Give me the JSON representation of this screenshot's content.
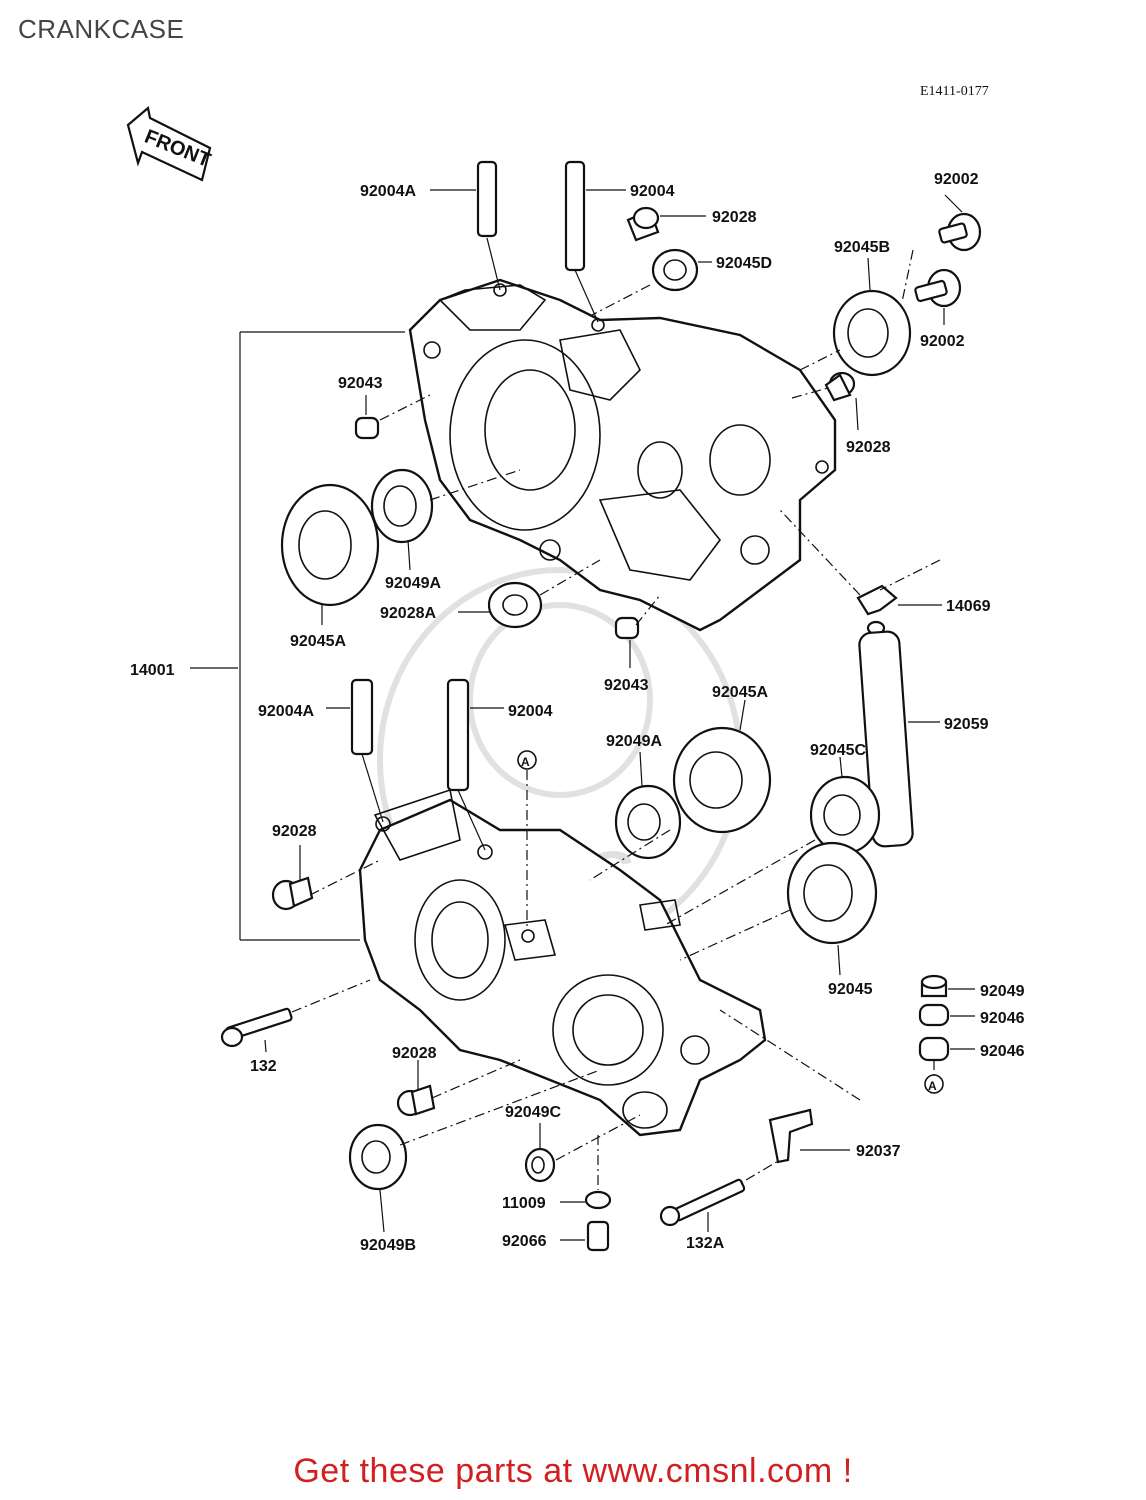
{
  "header": {
    "title": "CRANKCASE",
    "drawing_code": "E1411-0177"
  },
  "front_marker": "FRONT",
  "callouts": [
    {
      "id": "c1",
      "label": "92004A"
    },
    {
      "id": "c2",
      "label": "92004"
    },
    {
      "id": "c3",
      "label": "92028"
    },
    {
      "id": "c4",
      "label": "92045D"
    },
    {
      "id": "c5",
      "label": "92002"
    },
    {
      "id": "c6",
      "label": "92045B"
    },
    {
      "id": "c7",
      "label": "92002"
    },
    {
      "id": "c8",
      "label": "92043"
    },
    {
      "id": "c9",
      "label": "92028"
    },
    {
      "id": "c10",
      "label": "92049A"
    },
    {
      "id": "c11",
      "label": "92028A"
    },
    {
      "id": "c12",
      "label": "92045A"
    },
    {
      "id": "c13",
      "label": "14069"
    },
    {
      "id": "c14",
      "label": "14001"
    },
    {
      "id": "c15",
      "label": "92043"
    },
    {
      "id": "c16",
      "label": "92004A"
    },
    {
      "id": "c17",
      "label": "92004"
    },
    {
      "id": "c18",
      "label": "92045A"
    },
    {
      "id": "c19",
      "label": "92059"
    },
    {
      "id": "c20",
      "label": "92049A"
    },
    {
      "id": "c21",
      "label": "92045C"
    },
    {
      "id": "c22",
      "label": "92028"
    },
    {
      "id": "c23",
      "label": "92045"
    },
    {
      "id": "c24",
      "label": "92049"
    },
    {
      "id": "c25",
      "label": "92046"
    },
    {
      "id": "c26",
      "label": "92046"
    },
    {
      "id": "c27",
      "label": "132"
    },
    {
      "id": "c28",
      "label": "92028"
    },
    {
      "id": "c29",
      "label": "92049C"
    },
    {
      "id": "c30",
      "label": "92037"
    },
    {
      "id": "c31",
      "label": "11009"
    },
    {
      "id": "c32",
      "label": "92066"
    },
    {
      "id": "c33",
      "label": "132A"
    },
    {
      "id": "c34",
      "label": "92049B"
    }
  ],
  "reference_marks": [
    {
      "id": "r1",
      "label": "A"
    },
    {
      "id": "r2",
      "label": "A"
    }
  ],
  "footer": {
    "text": "Get these parts at www.cmsnl.com !"
  }
}
